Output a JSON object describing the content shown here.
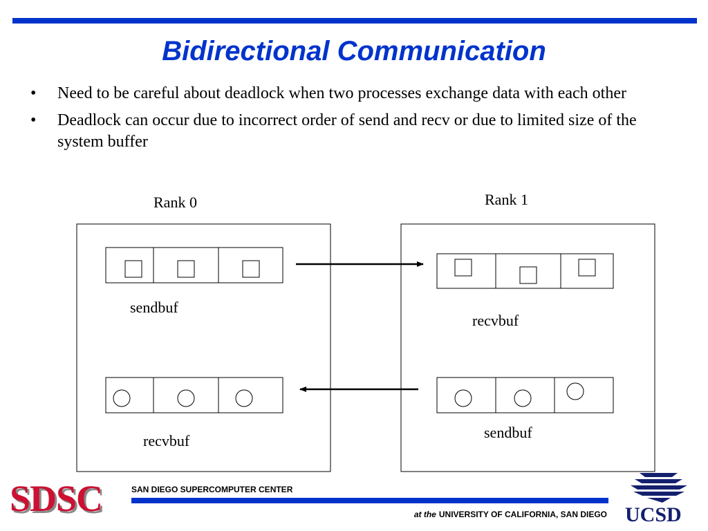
{
  "colors": {
    "accent": "#0033cc",
    "logo_red": "#cc1133",
    "ucsd_navy": "#14206e"
  },
  "slide": {
    "title": "Bidirectional Communication",
    "bullets": [
      {
        "marker": "•",
        "text": "Need to be careful about deadlock when two processes exchange data with each other"
      },
      {
        "marker": "•",
        "text": "Deadlock can occur due to incorrect order of send and recv or due to limited size of the system buffer"
      }
    ]
  },
  "diagram": {
    "rank0": {
      "label": "Rank 0",
      "top_buffer_label": "sendbuf",
      "bottom_buffer_label": "recvbuf",
      "top_symbols": "square",
      "bottom_symbols": "circle"
    },
    "rank1": {
      "label": "Rank 1",
      "top_buffer_label": "recvbuf",
      "bottom_buffer_label": "sendbuf",
      "top_symbols": "square",
      "bottom_symbols": "circle"
    },
    "arrows": [
      "rank0-sendbuf-to-rank1-recvbuf",
      "rank1-sendbuf-to-rank0-recvbuf"
    ]
  },
  "footer": {
    "logo_text": "SDSC",
    "center_name": "SAN DIEGO SUPERCOMPUTER CENTER",
    "university_prefix": "at the",
    "university": "UNIVERSITY OF CALIFORNIA, SAN DIEGO",
    "ucsd_logo_text": "UCSD"
  }
}
